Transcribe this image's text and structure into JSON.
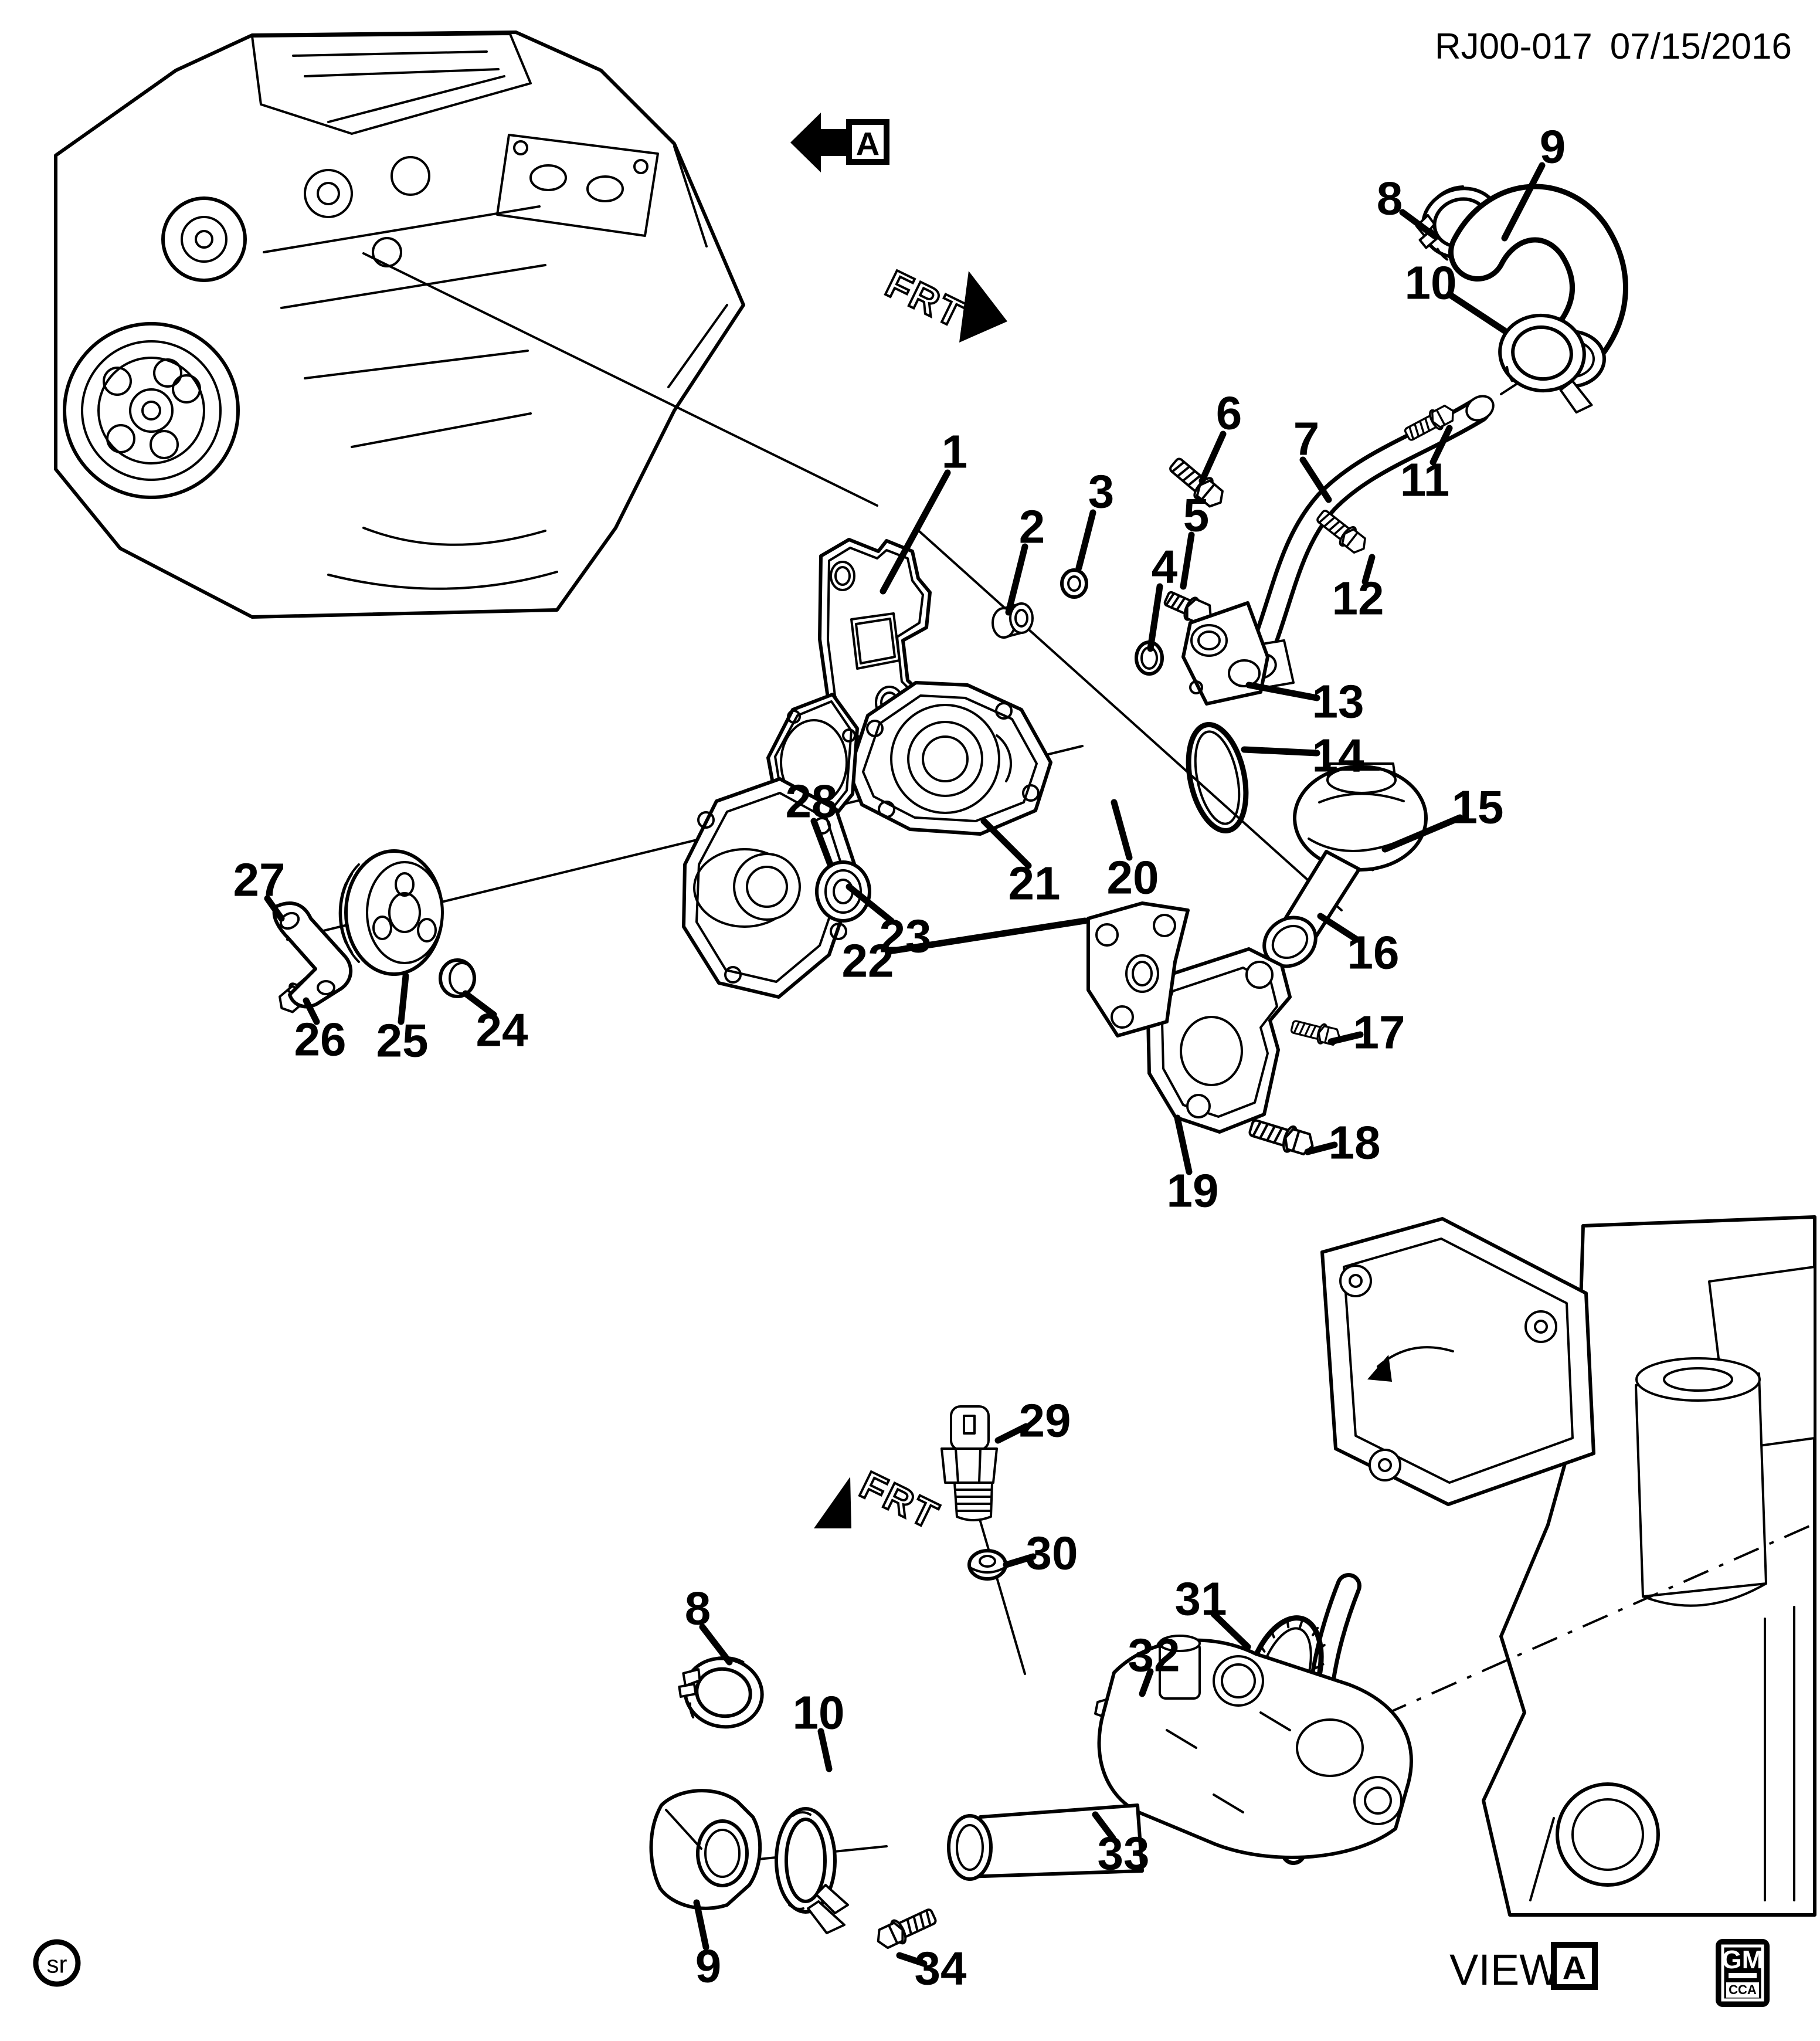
{
  "header": {
    "drawing_number": "RJ00-017",
    "date": "07/15/2016"
  },
  "markers": {
    "detail_arrow_ref": "A",
    "front_label_top": "FRT",
    "front_label_bottom": "FRT"
  },
  "footer": {
    "view_word": "VIEW",
    "view_ref": "A",
    "author_stamp": "sr",
    "logo_primary": "GM",
    "logo_secondary": "CCA"
  },
  "colors": {
    "ink": "#000000",
    "paper": "#ffffff"
  },
  "callouts": [
    {
      "num": "1",
      "label": [
        1628,
        770
      ],
      "leader": [
        1616,
        806,
        1506,
        1008
      ]
    },
    {
      "num": "2",
      "label": [
        1760,
        898
      ],
      "leader": [
        1748,
        932,
        1720,
        1044
      ]
    },
    {
      "num": "3",
      "label": [
        1878,
        838
      ],
      "leader": [
        1864,
        874,
        1840,
        968
      ]
    },
    {
      "num": "4",
      "label": [
        1986,
        966
      ],
      "leader": [
        1978,
        1000,
        1962,
        1106
      ]
    },
    {
      "num": "5",
      "label": [
        2040,
        878
      ],
      "leader": [
        2032,
        912,
        2018,
        1000
      ]
    },
    {
      "num": "6",
      "label": [
        2096,
        704
      ],
      "leader": [
        2086,
        740,
        2050,
        820
      ]
    },
    {
      "num": "7",
      "label": [
        2228,
        748
      ],
      "leader": [
        2222,
        784,
        2266,
        852
      ]
    },
    {
      "num": "8",
      "label": [
        2370,
        338
      ],
      "leader": [
        2392,
        362,
        2446,
        402
      ]
    },
    {
      "num": "9",
      "label": [
        2648,
        250
      ],
      "leader": [
        2630,
        282,
        2566,
        406
      ]
    },
    {
      "num": "10",
      "label": [
        2440,
        482
      ],
      "leader": [
        2472,
        502,
        2566,
        564
      ]
    },
    {
      "num": "11",
      "label": [
        2430,
        818
      ],
      "leader": [
        2444,
        788,
        2472,
        730
      ]
    },
    {
      "num": "12",
      "label": [
        2316,
        1020
      ],
      "leader": [
        2328,
        992,
        2340,
        950
      ]
    },
    {
      "num": "13",
      "label": [
        2282,
        1196
      ],
      "leader": [
        2246,
        1190,
        2130,
        1168
      ]
    },
    {
      "num": "14",
      "label": [
        2282,
        1288
      ],
      "leader": [
        2246,
        1284,
        2122,
        1278
      ]
    },
    {
      "num": "15",
      "label": [
        2520,
        1376
      ],
      "leader": [
        2490,
        1394,
        2362,
        1448
      ]
    },
    {
      "num": "16",
      "label": [
        2342,
        1624
      ],
      "leader": [
        2314,
        1602,
        2252,
        1562
      ]
    },
    {
      "num": "17",
      "label": [
        2352,
        1760
      ],
      "leader": [
        2320,
        1764,
        2270,
        1776
      ]
    },
    {
      "num": "18",
      "label": [
        2310,
        1948
      ],
      "leader": [
        2276,
        1952,
        2230,
        1964
      ]
    },
    {
      "num": "19",
      "label": [
        2034,
        2030
      ],
      "leader": [
        2028,
        1998,
        2008,
        1906
      ]
    },
    {
      "num": "20",
      "label": [
        1932,
        1496
      ],
      "leader": [
        1926,
        1462,
        1900,
        1368
      ]
    },
    {
      "num": "21",
      "label": [
        1764,
        1506
      ],
      "leader": [
        1754,
        1476,
        1678,
        1400
      ]
    },
    {
      "num": "22",
      "label": [
        1480,
        1638
      ],
      "leader": [
        1516,
        1622,
        1850,
        1570
      ]
    },
    {
      "num": "23",
      "label": [
        1544,
        1596
      ],
      "leader": [
        1520,
        1570,
        1448,
        1512
      ]
    },
    {
      "num": "24",
      "label": [
        856,
        1756
      ],
      "leader": [
        842,
        1730,
        794,
        1694
      ]
    },
    {
      "num": "25",
      "label": [
        686,
        1774
      ],
      "leader": [
        684,
        1742,
        692,
        1664
      ]
    },
    {
      "num": "26",
      "label": [
        546,
        1772
      ],
      "leader": [
        540,
        1742,
        522,
        1706
      ]
    },
    {
      "num": "27",
      "label": [
        442,
        1500
      ],
      "leader": [
        456,
        1532,
        480,
        1566
      ]
    },
    {
      "num": "28",
      "label": [
        1384,
        1366
      ],
      "leader": [
        1388,
        1400,
        1416,
        1474
      ]
    },
    {
      "num": "29",
      "label": [
        1782,
        2422
      ],
      "leader": [
        1750,
        2432,
        1702,
        2456
      ]
    },
    {
      "num": "30",
      "label": [
        1794,
        2648
      ],
      "leader": [
        1762,
        2654,
        1716,
        2668
      ]
    },
    {
      "num": "31",
      "label": [
        2048,
        2726
      ],
      "leader": [
        2070,
        2752,
        2128,
        2808
      ]
    },
    {
      "num": "32",
      "label": [
        1968,
        2822
      ],
      "leader": [
        1962,
        2850,
        1948,
        2888
      ]
    },
    {
      "num": "33",
      "label": [
        1916,
        3160
      ],
      "leader": [
        1898,
        3134,
        1868,
        3094
      ]
    },
    {
      "num": "34",
      "label": [
        1604,
        3356
      ],
      "leader": [
        1576,
        3348,
        1534,
        3334
      ]
    },
    {
      "num": "8",
      "label": [
        1190,
        2742
      ],
      "leader": [
        1198,
        2774,
        1244,
        2834
      ]
    },
    {
      "num": "10",
      "label": [
        1396,
        2920
      ],
      "leader": [
        1400,
        2952,
        1414,
        3016
      ]
    },
    {
      "num": "9",
      "label": [
        1208,
        3352
      ],
      "leader": [
        1204,
        3320,
        1188,
        3244
      ]
    }
  ]
}
